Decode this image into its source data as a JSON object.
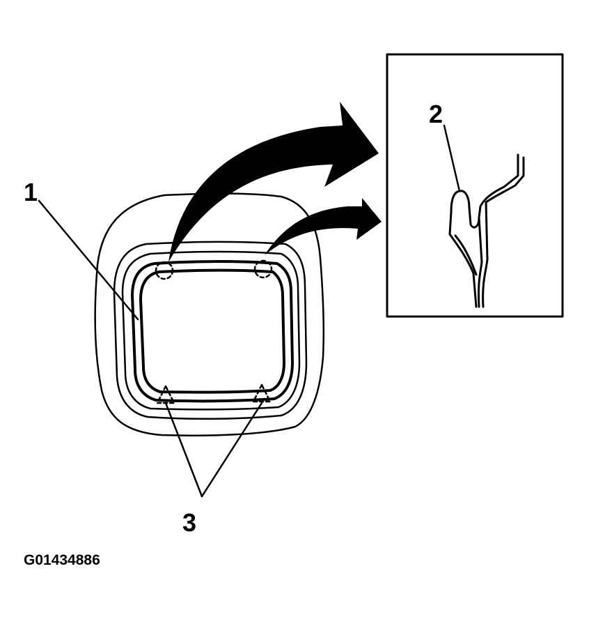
{
  "callouts": {
    "label_1": "1",
    "label_2": "2",
    "label_3": "3"
  },
  "figure_id": "G01434886",
  "colors": {
    "line": "#000000",
    "background": "#ffffff"
  }
}
